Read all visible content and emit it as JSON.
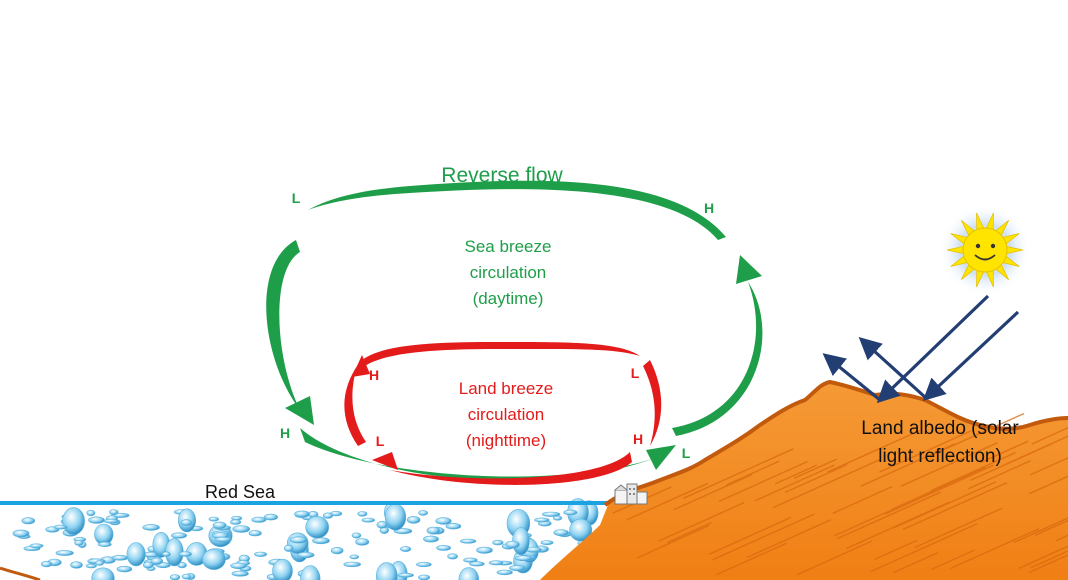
{
  "sea_breeze": {
    "top_label": "Reverse flow",
    "title_lines": [
      "Sea breeze",
      "circulation",
      "(daytime)"
    ],
    "pressure_labels": {
      "upper_left": "L",
      "upper_right": "H",
      "lower_left": "H",
      "lower_right": "L"
    },
    "color": "#1f9e4a"
  },
  "land_breeze": {
    "title_lines": [
      "Land breeze",
      "circulation",
      "(nighttime)"
    ],
    "pressure_labels": {
      "upper_left": "H",
      "upper_right": "L",
      "lower_left": "L",
      "lower_right": "H"
    },
    "color": "#e41b1b"
  },
  "sea_label": "Red Sea",
  "albedo_lines": [
    "Land albedo (solar",
    "light reflection)"
  ],
  "colors": {
    "sea_line": "#1aa3e0",
    "land_fill": "#f4891f",
    "land_edge": "#c25a0e",
    "sun": "#ffe400",
    "ray_arrows": "#233e73"
  },
  "icons": [
    "sun-icon",
    "buildings-icon"
  ]
}
